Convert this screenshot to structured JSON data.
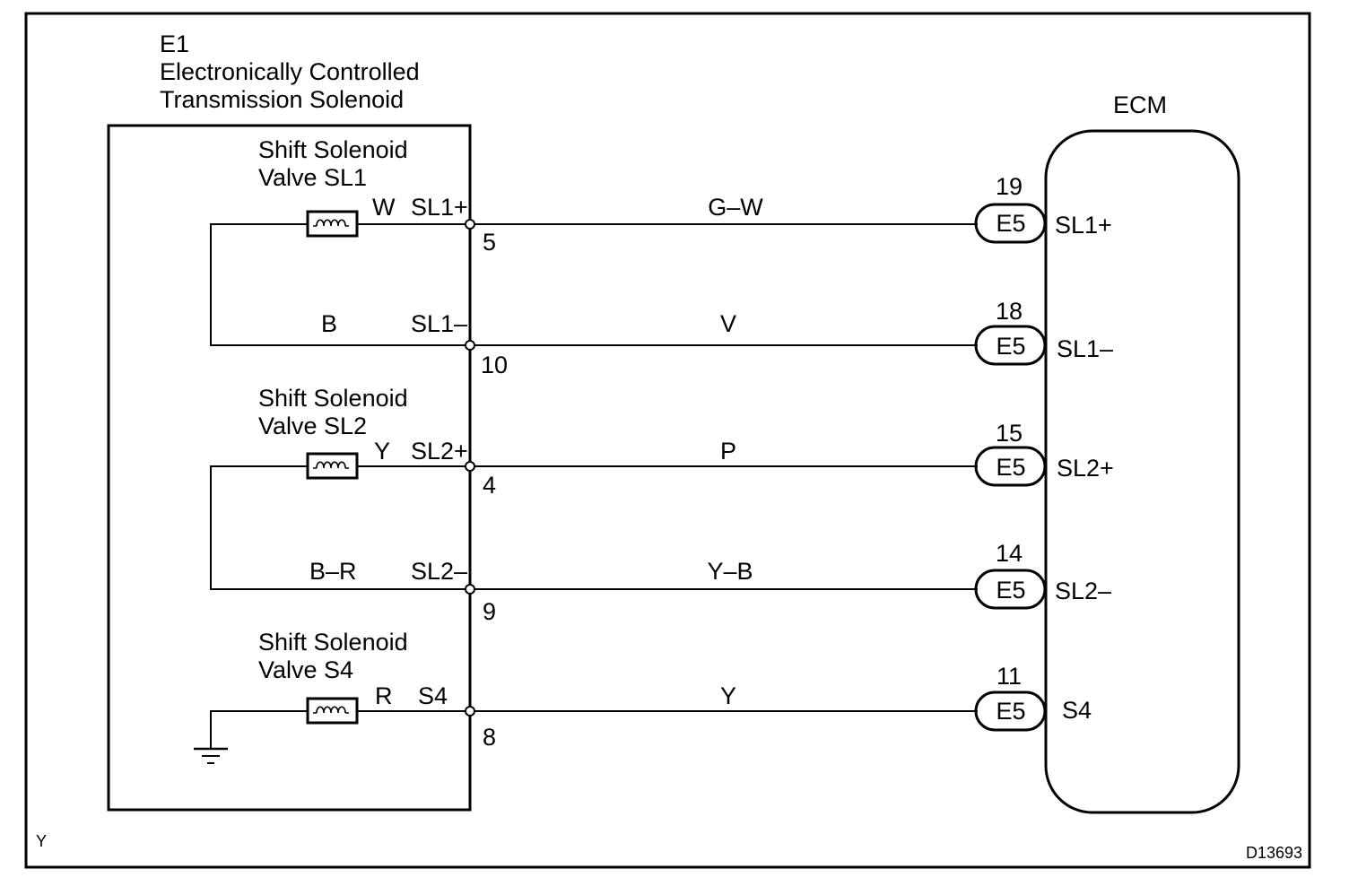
{
  "header": {
    "component_id": "E1",
    "component_name_line1": "Electronically Controlled",
    "component_name_line2": "Transmission Solenoid",
    "ecm_label": "ECM"
  },
  "solenoids": [
    {
      "name_line1": "Shift Solenoid",
      "name_line2": "Valve SL1"
    },
    {
      "name_line1": "Shift Solenoid",
      "name_line2": "Valve SL2"
    },
    {
      "name_line1": "Shift Solenoid",
      "name_line2": "Valve S4"
    }
  ],
  "circuits": [
    {
      "inner_wire": "W",
      "terminal": "SL1+",
      "pin": "5",
      "wire": "G–W",
      "ecm_pin": "19",
      "connector": "E5",
      "ecm_terminal": "SL1+"
    },
    {
      "inner_wire": "B",
      "terminal": "SL1–",
      "pin": "10",
      "wire": "V",
      "ecm_pin": "18",
      "connector": "E5",
      "ecm_terminal": "SL1–"
    },
    {
      "inner_wire": "Y",
      "terminal": "SL2+",
      "pin": "4",
      "wire": "P",
      "ecm_pin": "15",
      "connector": "E5",
      "ecm_terminal": "SL2+"
    },
    {
      "inner_wire": "B–R",
      "terminal": "SL2–",
      "pin": "9",
      "wire": "Y–B",
      "ecm_pin": "14",
      "connector": "E5",
      "ecm_terminal": "SL2–"
    },
    {
      "inner_wire": "R",
      "terminal": "S4",
      "pin": "8",
      "wire": "Y",
      "ecm_pin": "11",
      "connector": "E5",
      "ecm_terminal": "S4"
    }
  ],
  "footer": {
    "corner_left": "Y",
    "figure_code": "D13693"
  }
}
